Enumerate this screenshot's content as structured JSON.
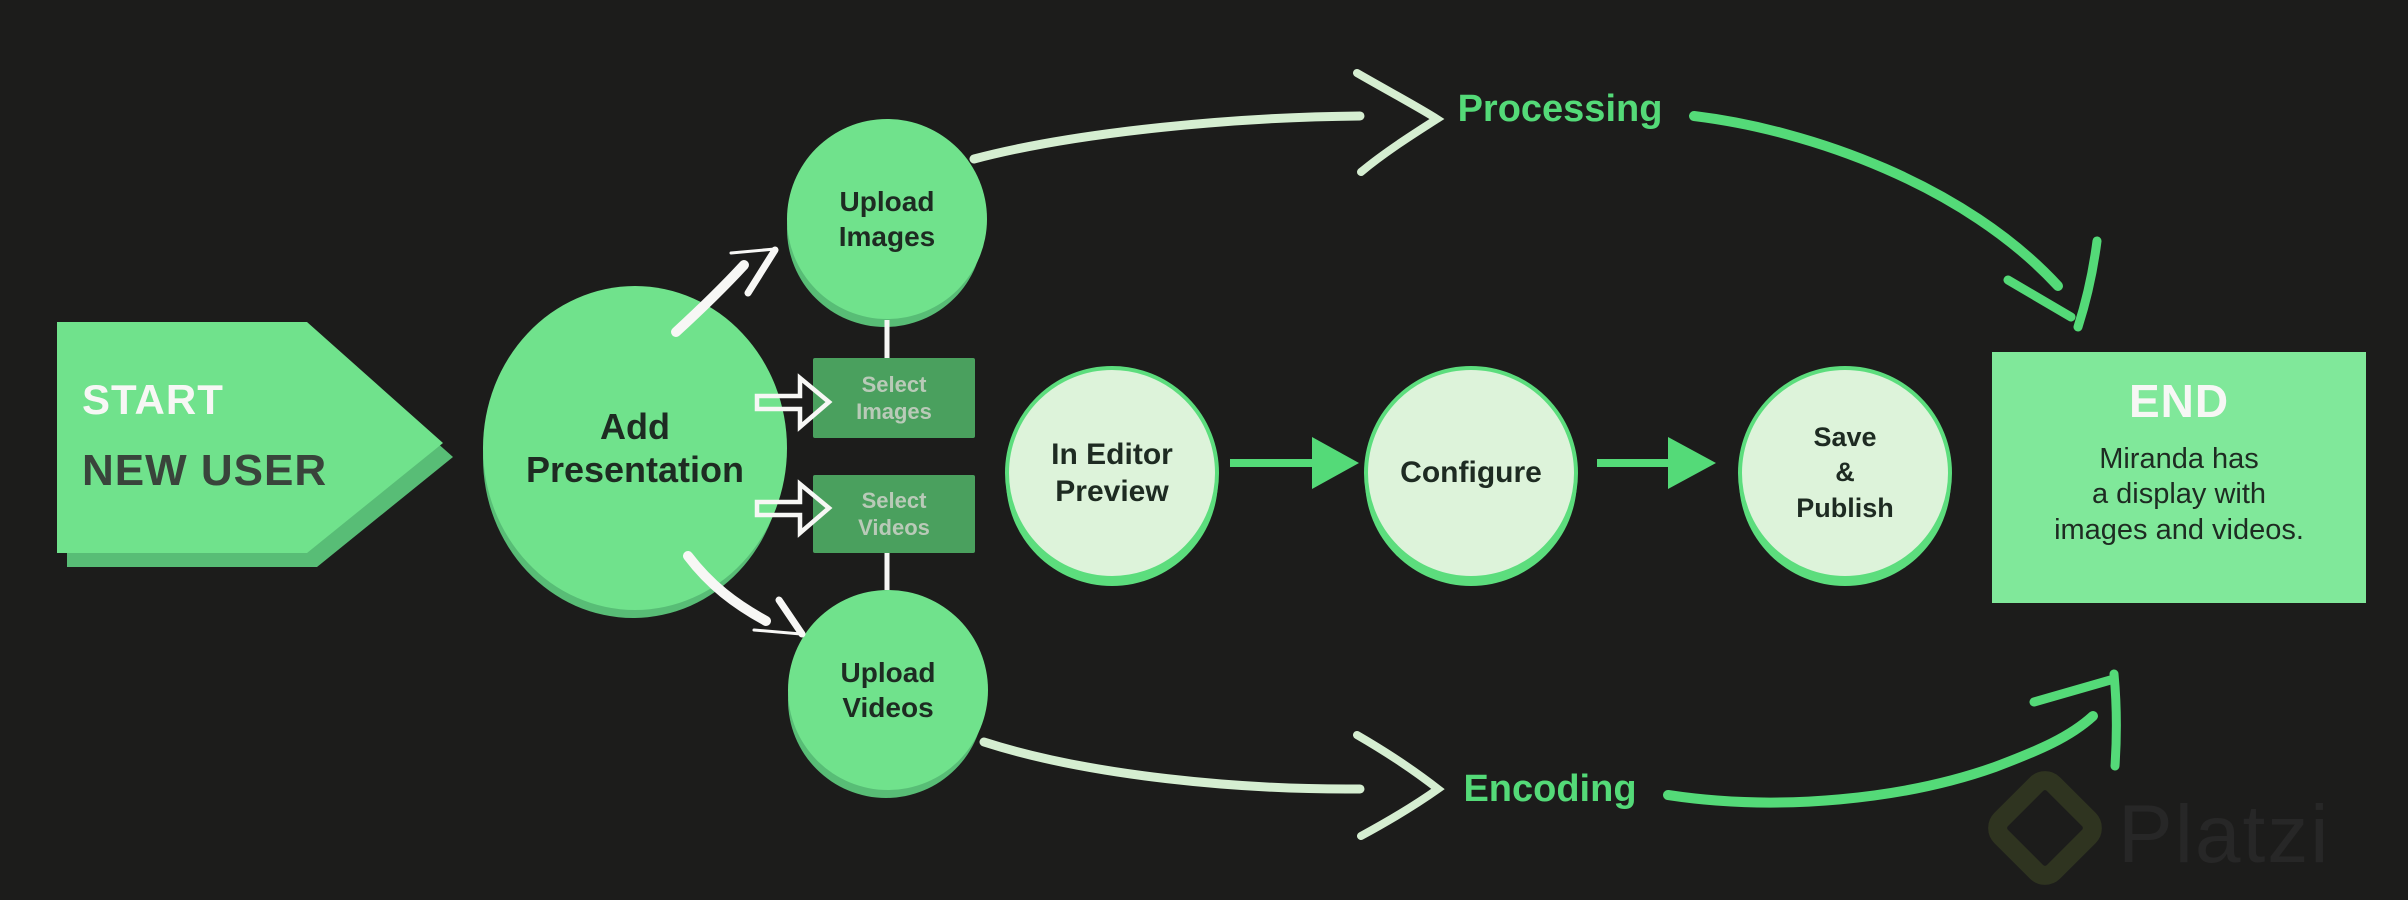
{
  "colors": {
    "background": "#1c1c1b",
    "node_green": "#70e28c",
    "node_green_shadow": "#58bd76",
    "box_green": "#4aa05e",
    "box_text": "#b9cab8",
    "light_circle_fill": "#ddf3da",
    "light_circle_border": "#5cdd7d",
    "accent_green": "#54da78",
    "pale_mint": "#d5eed1",
    "white": "#f7f7f5",
    "dark_text": "#1e2b22",
    "end_box_green": "#80e89a",
    "watermark_text": "#272727",
    "watermark_logo": "#2f3420"
  },
  "flowchart": {
    "start": {
      "title": "START",
      "subtitle": "NEW USER"
    },
    "add_presentation": {
      "line1": "Add",
      "line2": "Presentation"
    },
    "upload_images": {
      "line1": "Upload",
      "line2": "Images"
    },
    "upload_videos": {
      "line1": "Upload",
      "line2": "Videos"
    },
    "select_images": {
      "line1": "Select",
      "line2": "Images"
    },
    "select_videos": {
      "line1": "Select",
      "line2": "Videos"
    },
    "in_editor_preview": {
      "line1": "In Editor",
      "line2": "Preview"
    },
    "configure": {
      "label": "Configure"
    },
    "save_publish": {
      "line1": "Save",
      "line2": "&",
      "line3": "Publish"
    },
    "end": {
      "title": "END",
      "desc_line1": "Miranda has",
      "desc_line2": "a display with",
      "desc_line3": "images and videos."
    },
    "processing_label": "Processing",
    "encoding_label": "Encoding"
  },
  "watermark": {
    "brand": "Platzi"
  }
}
